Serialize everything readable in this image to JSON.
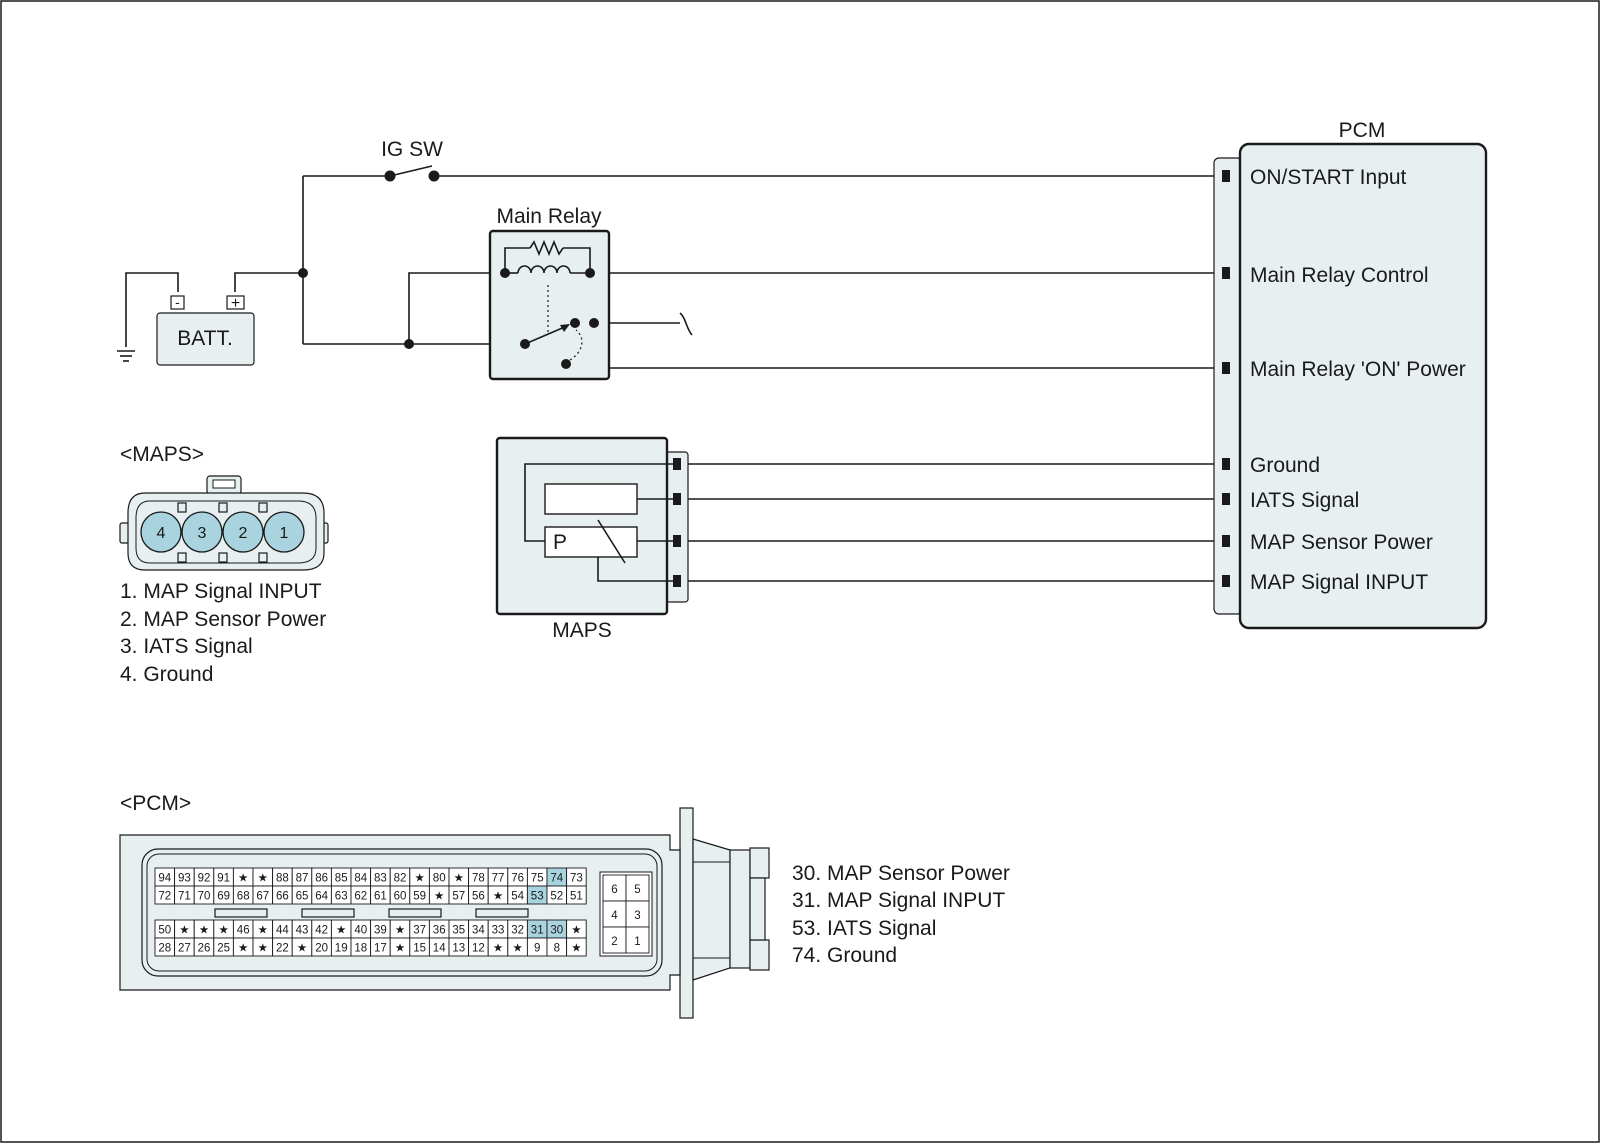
{
  "labels": {
    "ig_sw": "IG SW",
    "main_relay": "Main Relay",
    "battery": "BATT.",
    "battery_neg": "-",
    "battery_pos": "+",
    "pcm_title": "PCM",
    "maps_caption": "MAPS",
    "maps_connector_title": "<MAPS>",
    "pcm_connector_title": "<PCM>",
    "maps_p": "P"
  },
  "pcm_terminals": [
    "ON/START Input",
    "Main Relay Control",
    "Main Relay 'ON' Power",
    "Ground",
    "IATS Signal",
    "MAP Sensor Power",
    "MAP Signal  INPUT"
  ],
  "maps_pins": [
    "4",
    "3",
    "2",
    "1"
  ],
  "maps_legend": [
    "1. MAP Signal  INPUT",
    "2. MAP Sensor Power",
    "3. IATS Signal",
    "4. Ground"
  ],
  "pcm_legend": [
    "30. MAP Sensor Power",
    "31. MAP Signal  INPUT",
    "53. IATS Signal",
    "74. Ground"
  ],
  "pcm_connector": {
    "row1": [
      "94",
      "93",
      "92",
      "91",
      "★",
      "★",
      "88",
      "87",
      "86",
      "85",
      "84",
      "83",
      "82",
      "★",
      "80",
      "★",
      "78",
      "77",
      "76",
      "75",
      "74",
      "73"
    ],
    "row2": [
      "72",
      "71",
      "70",
      "69",
      "68",
      "67",
      "66",
      "65",
      "64",
      "63",
      "62",
      "61",
      "60",
      "59",
      "★",
      "57",
      "56",
      "★",
      "54",
      "53",
      "52",
      "51"
    ],
    "row3": [
      "50",
      "★",
      "★",
      "★",
      "46",
      "★",
      "44",
      "43",
      "42",
      "★",
      "40",
      "39",
      "★",
      "37",
      "36",
      "35",
      "34",
      "33",
      "32",
      "31",
      "30",
      "★"
    ],
    "row4": [
      "28",
      "27",
      "26",
      "25",
      "★",
      "★",
      "22",
      "★",
      "20",
      "19",
      "18",
      "17",
      "★",
      "15",
      "14",
      "13",
      "12",
      "★",
      "★",
      "9",
      "8",
      "★"
    ],
    "small": [
      "6",
      "5",
      "4",
      "3",
      "2",
      "1"
    ],
    "highlighted": [
      "74",
      "53",
      "31",
      "30"
    ]
  },
  "colors": {
    "component_fill": "#e8eff1",
    "pin_highlight": "#a9d3df",
    "line": "#1a1a1a"
  }
}
